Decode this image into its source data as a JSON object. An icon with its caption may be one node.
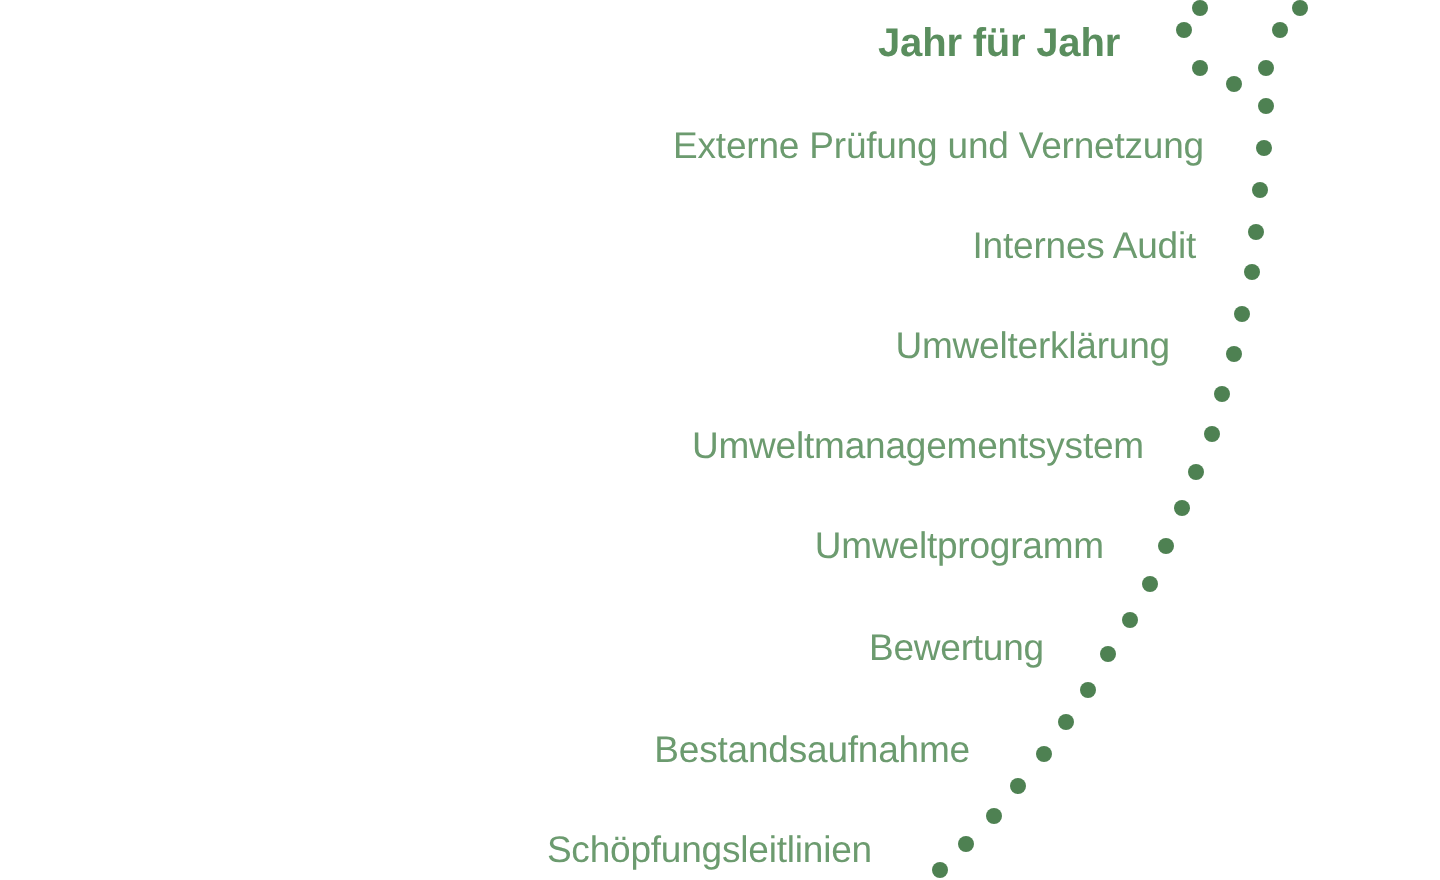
{
  "diagram": {
    "labels": [
      "Jahr für Jahr",
      "Externe Prüfung und Vernetzung",
      "Internes Audit",
      "Umwelterklärung",
      "Umweltmanagementsystem",
      "Umweltprogramm",
      "Bewertung",
      "Bestandsaufnahme",
      "Schöpfungsleitlinien"
    ]
  }
}
